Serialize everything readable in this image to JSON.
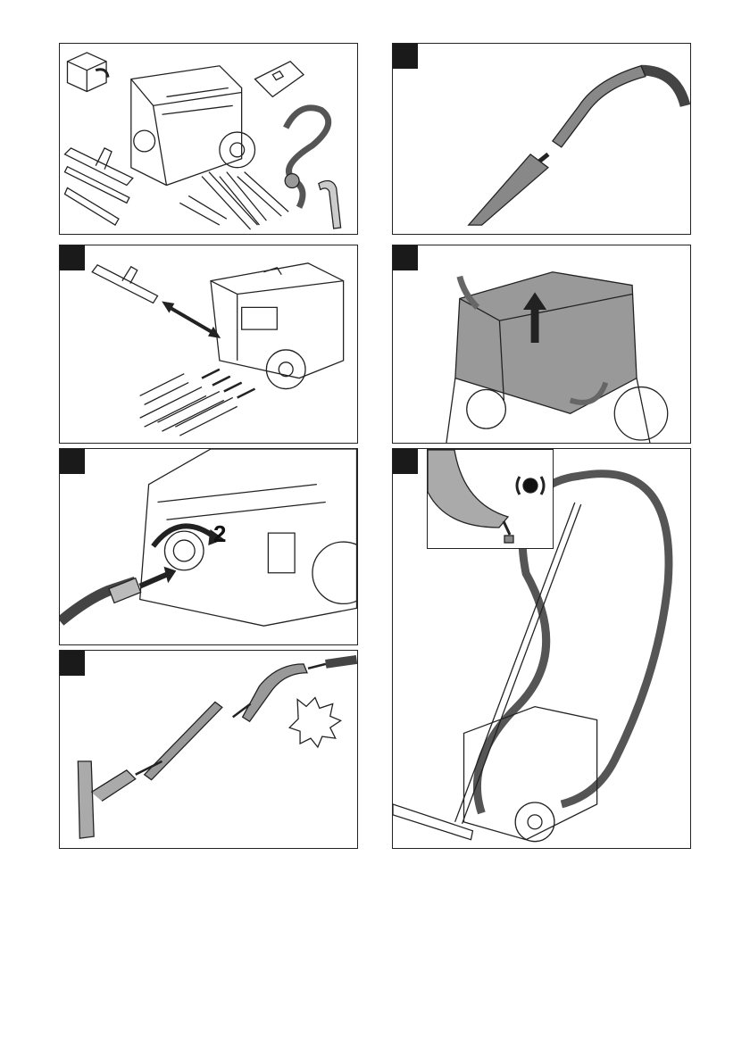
{
  "panels": [
    {
      "id": "unpack",
      "caption": ""
    },
    {
      "id": "accessory-storage",
      "caption": ""
    },
    {
      "id": "hose-connect",
      "rotation_step": "2"
    },
    {
      "id": "tube-assembly",
      "caption": ""
    },
    {
      "id": "crevice-nozzle",
      "caption": ""
    },
    {
      "id": "lid-removal",
      "caption": ""
    },
    {
      "id": "operation",
      "caption": ""
    }
  ],
  "colors": {
    "line": "#222222",
    "fill_grey": "#8a8a8a",
    "badge": "#1a1a1a"
  }
}
